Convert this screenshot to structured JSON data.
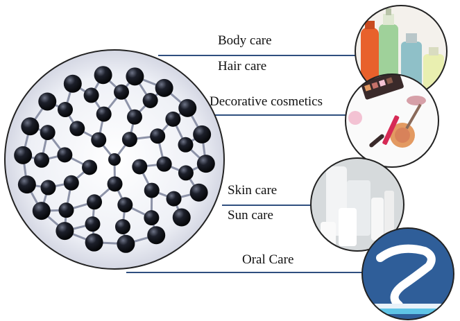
{
  "title": "",
  "categories": [
    {
      "id": "body-care",
      "label": "Body care",
      "icon": "cosmetic-bottles-icon"
    },
    {
      "id": "hair-care",
      "label": "Hair care",
      "icon": "cosmetic-bottles-icon"
    },
    {
      "id": "decorative-cosmetics",
      "label": "Decorative cosmetics",
      "icon": "makeup-palette-icon"
    },
    {
      "id": "skin-care",
      "label": "Skin care",
      "icon": "cream-tubes-icon"
    },
    {
      "id": "sun-care",
      "label": "Sun care",
      "icon": "cream-tubes-icon"
    },
    {
      "id": "oral-care",
      "label": "Oral Care",
      "icon": "toothbrush-icon"
    }
  ],
  "central_image": {
    "icon": "fullerene-molecule-icon"
  },
  "colors": {
    "connector": "#2f4f7f",
    "circle_border": "#222222",
    "text": "#111111",
    "bottles": [
      "#e8612c",
      "#9fd19a",
      "#8fc0c8",
      "#e9efb0"
    ],
    "makeup": [
      "#d62a55",
      "#e39a62",
      "#3a2a2a",
      "#f3c2d3"
    ],
    "oral_bg": "#2f5e99"
  }
}
